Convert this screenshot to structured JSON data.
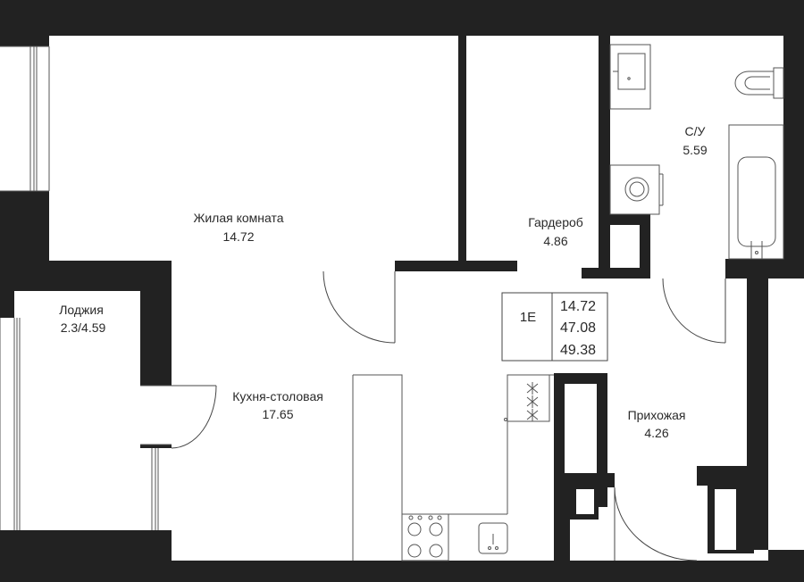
{
  "rooms": {
    "living": {
      "name": "Жилая комната",
      "area": "14.72"
    },
    "wardrobe": {
      "name": "Гардероб",
      "area": "4.86"
    },
    "bathroom": {
      "name": "С/У",
      "area": "5.59"
    },
    "loggia": {
      "name": "Лоджия",
      "area": "2.3/4.59"
    },
    "kitchen": {
      "name": "Кухня-столовая",
      "area": "17.65"
    },
    "hall": {
      "name": "Прихожая",
      "area": "4.26"
    }
  },
  "legend": {
    "type": "1E",
    "living_area": "14.72",
    "total_area": "47.08",
    "total_with_loggia": "49.38"
  },
  "colors": {
    "wall": "#222222",
    "line": "#444444",
    "background": "#ffffff"
  },
  "icons": [
    "sink-icon",
    "toilet-icon",
    "bathtub-icon",
    "washing-machine-icon",
    "stove-icon",
    "cooktop-icon",
    "kitchen-sink-icon"
  ]
}
